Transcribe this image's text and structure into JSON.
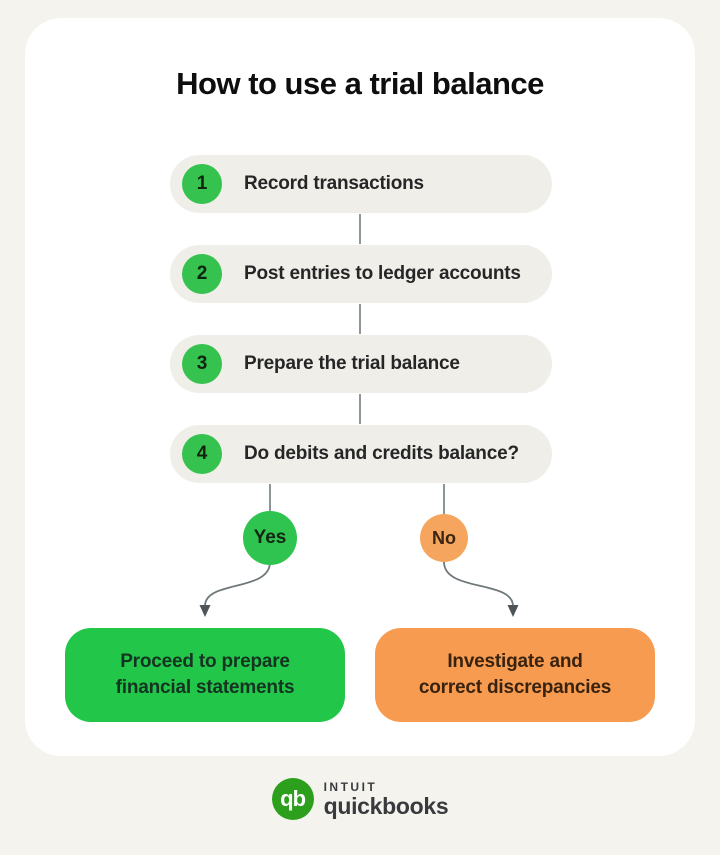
{
  "title": "How to use a trial balance",
  "steps": [
    {
      "num": "1",
      "label": "Record transactions"
    },
    {
      "num": "2",
      "label": "Post entries to ledger accounts"
    },
    {
      "num": "3",
      "label": "Prepare the trial balance"
    },
    {
      "num": "4",
      "label": "Do debits and credits balance?"
    }
  ],
  "decision": {
    "yes_label": "Yes",
    "no_label": "No"
  },
  "outcomes": {
    "yes_text": "Proceed to prepare\nfinancial statements",
    "no_text": "Investigate and\ncorrect discrepancies"
  },
  "footer": {
    "logo_monogram": "qb",
    "brand_top": "INTUIT",
    "brand_bottom": "quickbooks"
  },
  "colors": {
    "page_background": "#f4f3ee",
    "card_background": "#ffffff",
    "pill_background": "#efeee9",
    "step_badge_green": "#35c24e",
    "yes_circle_green": "#2ec44f",
    "no_circle_orange": "#f6a55e",
    "outcome_green": "#22c74a",
    "outcome_orange": "#f79b50",
    "connector_gray": "#8d9598",
    "quickbooks_logo_green": "#2ca01c"
  }
}
